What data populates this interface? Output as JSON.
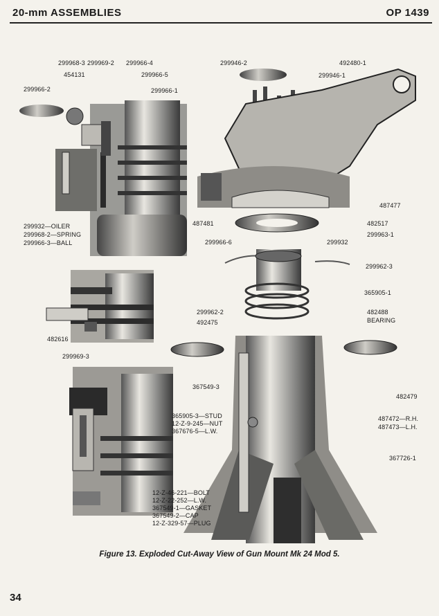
{
  "header": {
    "left": "20-mm ASSEMBLIES",
    "right": "OP 1439"
  },
  "labels": {
    "l1": "299968-3",
    "l2": "299969-2",
    "l3": "299966-4",
    "l4": "454131",
    "l5": "299966-5",
    "l6": "299966-2",
    "l7": "299966-1",
    "l8": "299946-2",
    "l9": "492480-1",
    "l10": "299946-1",
    "l11": "299932—OILER",
    "l12": "299968-2—SPRING",
    "l13": "299966-3—BALL",
    "l14": "487477",
    "l15": "487481",
    "l16": "482517",
    "l17": "299963-1",
    "l18": "299966-6",
    "l19": "299932",
    "l20": "299962-3",
    "l21": "365905-1",
    "l22": "299962-2",
    "l23": "492475",
    "l24": "482488",
    "l25": "BEARING",
    "l26": "482616",
    "l27": "299969-3",
    "l28": "367549-3",
    "l29": "482479",
    "l30": "365905-3—STUD",
    "l31": "12-Z-9-245—NUT",
    "l32": "367676-5—L.W.",
    "l33": "487472—R.H.",
    "l34": "487473—L.H.",
    "l35": "367726-1",
    "l36": "12-Z-46-221—BOLT",
    "l37": "12-Z-22-252—L.W.",
    "l38": "367549-1—GASKET",
    "l39": "367549-2—CAP",
    "l40": "12-Z-329-57—PLUG"
  },
  "caption": "Figure 13.  Exploded Cut-Away View of Gun Mount Mk 24 Mod 5.",
  "page_number": "34"
}
